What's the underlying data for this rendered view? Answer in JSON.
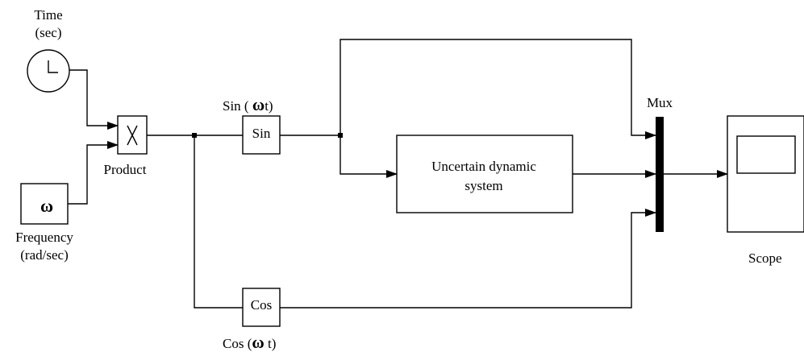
{
  "blocks": {
    "clock": {
      "label_line1": "Time",
      "label_line2": "(sec)"
    },
    "constant": {
      "value": "ω",
      "label_line1": "Frequency",
      "label_line2": "(rad/sec)"
    },
    "product": {
      "symbol": "X",
      "label": "Product"
    },
    "sin": {
      "text": "Sin",
      "label_prefix": "Sin ( ",
      "label_symbol": "ω",
      "label_suffix": "t)"
    },
    "cos": {
      "text": "Cos",
      "label_prefix": "Cos (",
      "label_symbol": "ω",
      "label_suffix": " t)"
    },
    "system": {
      "line1": "Uncertain dynamic",
      "line2": "system"
    },
    "mux": {
      "label": "Mux"
    },
    "scope": {
      "label": "Scope"
    }
  },
  "colors": {
    "ink": "#000000",
    "background": "#ffffff"
  }
}
